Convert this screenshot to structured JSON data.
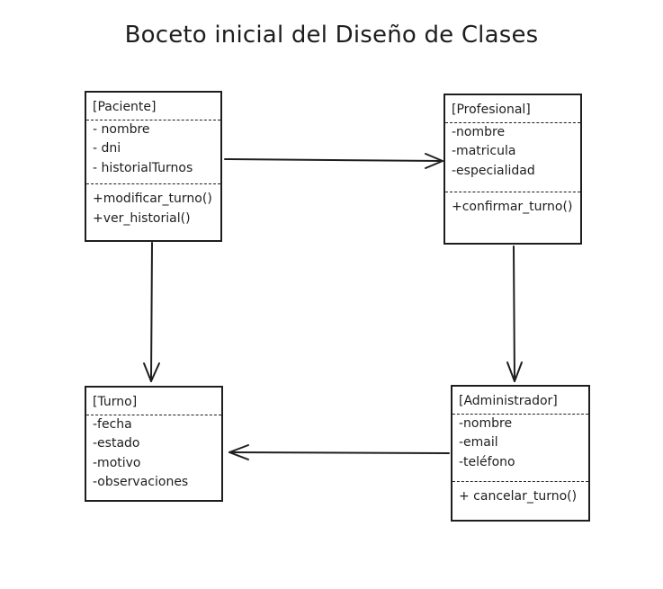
{
  "title": "Boceto inicial del Diseño de Clases",
  "classes": {
    "paciente": {
      "name": "[Paciente]",
      "attributes": [
        "- nombre",
        "- dni",
        "- historialTurnos"
      ],
      "operations": [
        "+modificar_turno()",
        "+ver_historial()"
      ]
    },
    "profesional": {
      "name": "[Profesional]",
      "attributes": [
        "-nombre",
        "-matricula",
        "-especialidad"
      ],
      "operations": [
        "+confirmar_turno()"
      ]
    },
    "turno": {
      "name": "[Turno]",
      "attributes": [
        "-fecha",
        "-estado",
        "-motivo",
        "-observaciones"
      ],
      "operations": []
    },
    "administrador": {
      "name": "[Administrador]",
      "attributes": [
        "-nombre",
        "-email",
        "-teléfono"
      ],
      "operations": [
        "+ cancelar_turno()"
      ]
    }
  },
  "relations": [
    {
      "from": "paciente",
      "to": "profesional"
    },
    {
      "from": "paciente",
      "to": "turno"
    },
    {
      "from": "profesional",
      "to": "administrador"
    },
    {
      "from": "administrador",
      "to": "turno"
    }
  ]
}
